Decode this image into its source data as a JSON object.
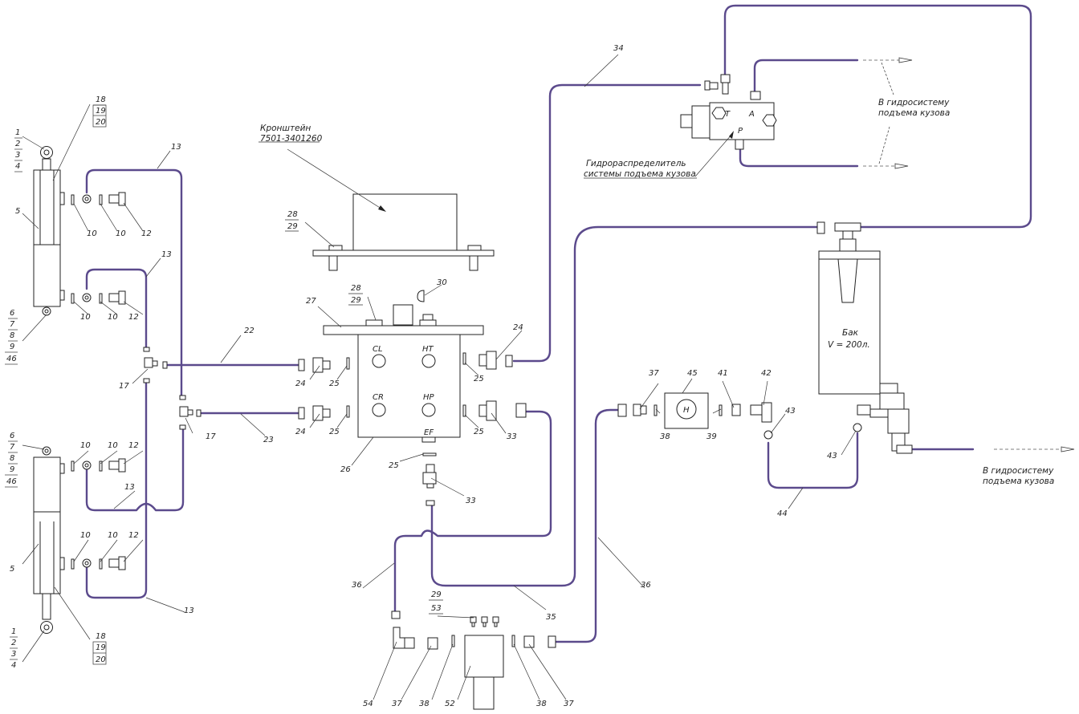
{
  "labels": {
    "l1a": "1",
    "l2a": "2",
    "l3a": "3",
    "l4a": "4",
    "l5a": "5",
    "l6a": "6",
    "l7a": "7",
    "l8a": "8",
    "l9a": "9",
    "l46a": "46",
    "l18a": "18",
    "l19a": "19",
    "l20a": "20",
    "l10a": "10",
    "l10b": "10",
    "l12a": "12",
    "l10c": "10",
    "l10d": "10",
    "l12b": "12",
    "l13a": "13",
    "l13b": "13",
    "l13c": "13",
    "l13d": "13",
    "l17a": "17",
    "l17b": "17",
    "l22": "22",
    "l23": "23",
    "l6b": "6",
    "l7b": "7",
    "l8b": "8",
    "l9b": "9",
    "l46b": "46",
    "l10e": "10",
    "l10f": "10",
    "l12c": "12",
    "l10g": "10",
    "l10h": "10",
    "l12d": "12",
    "l5b": "5",
    "l1b": "1",
    "l2b": "2",
    "l3b": "3",
    "l4b": "4",
    "l18b": "18",
    "l19b": "19",
    "l20b": "20",
    "l28a": "28",
    "l29a": "29",
    "l28b": "28",
    "l29b": "29",
    "l30": "30",
    "l27": "27",
    "l24a": "24",
    "l25a": "25",
    "l24b": "24",
    "l25b": "25",
    "l24c": "24",
    "l25c": "25",
    "l25d": "25",
    "l33a": "33",
    "l26": "26",
    "l25e": "25",
    "l33b": "33",
    "l36a": "36",
    "l35": "35",
    "l36b": "36",
    "l34": "34",
    "l37a": "37",
    "l38a": "38",
    "l45": "45",
    "l41": "41",
    "l39": "39",
    "l42": "42",
    "l43a": "43",
    "l43b": "43",
    "l44": "44",
    "l29c": "29",
    "l53": "53",
    "l54": "54",
    "l37b": "37",
    "l38b": "38",
    "l52": "52",
    "l38c": "38",
    "l37c": "37"
  },
  "valve_ports": {
    "cl": "CL",
    "ht": "HT",
    "cr": "CR",
    "hp": "HP",
    "ef": "EF"
  },
  "distributor_ports": {
    "t": "T",
    "a": "A",
    "p": "P"
  },
  "filter_symbol": "H",
  "notes": {
    "bracket_line1": "Кронштейн",
    "bracket_line2": "7501-3401260",
    "distributor_line1": "Гидрораспределитель",
    "distributor_line2": "системы подъема кузова",
    "to_system_top_line1": "В гидросистему",
    "to_system_top_line2": "подъема кузова",
    "to_system_bottom_line1": "В гидросистему",
    "to_system_bottom_line2": "подъема кузова",
    "tank_line1": "Бак",
    "tank_line2": "V = 200л."
  },
  "colors": {
    "pipe": "#5b4a8c",
    "line": "#222222"
  }
}
